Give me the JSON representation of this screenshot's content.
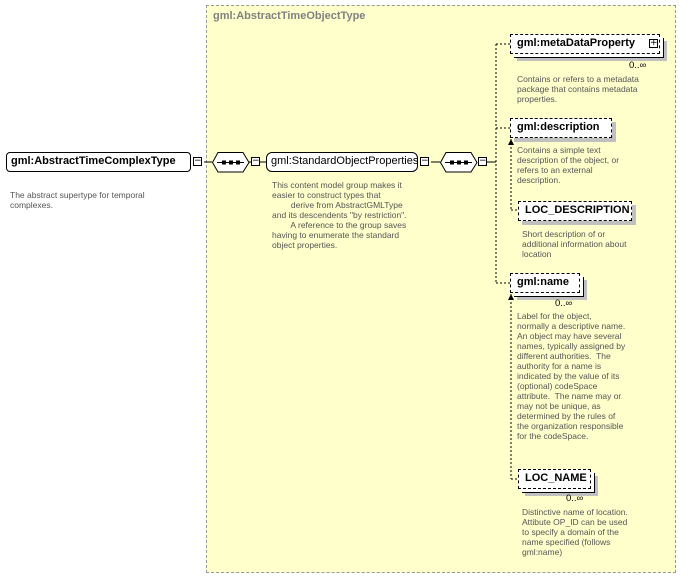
{
  "root": {
    "name": "gml:AbstractTimeComplexType",
    "description": "The abstract supertype for temporal\ncomplexes."
  },
  "type_region": {
    "title": "gml:AbstractTimeObjectType"
  },
  "group": {
    "name": "gml:StandardObjectProperties",
    "description": "This content model group makes it\neasier to construct types that\n        derive from AbstractGMLType\nand its descendents \"by restriction\".\n        A reference to the group saves\nhaving to enumerate the standard\nobject properties."
  },
  "elements": {
    "metadata": {
      "name": "gml:metaDataProperty",
      "multiplicity": "0..∞",
      "description": "Contains or refers to a metadata\npackage that contains metadata\nproperties."
    },
    "description": {
      "name": "gml:description",
      "description": "Contains a simple text\ndescription of the object, or\nrefers to an external\ndescription."
    },
    "loc_description": {
      "name": "LOC_DESCRIPTION",
      "description": "Short description of or\nadditional information about\nlocation"
    },
    "name": {
      "name": "gml:name",
      "multiplicity": "0..∞",
      "description": "Label for the object,\nnormally a descriptive name.\nAn object may have several\nnames, typically assigned by\ndifferent authorities.  The\nauthority for a name is\nindicated by the value of its\n(optional) codeSpace\nattribute.  The name may or\nmay not be unique, as\ndetermined by the rules of\nthe organization responsible\nfor the codeSpace."
    },
    "loc_name": {
      "name": "LOC_NAME",
      "multiplicity": "0..∞",
      "description": "Distinctive name of location.\nAttibute OP_ID can be used\nto specify a domain of the\nname specified (follows\ngml:name)"
    }
  },
  "colors": {
    "region_fill": "#ffffcc",
    "region_border": "#999999",
    "description_text": "#555555"
  }
}
